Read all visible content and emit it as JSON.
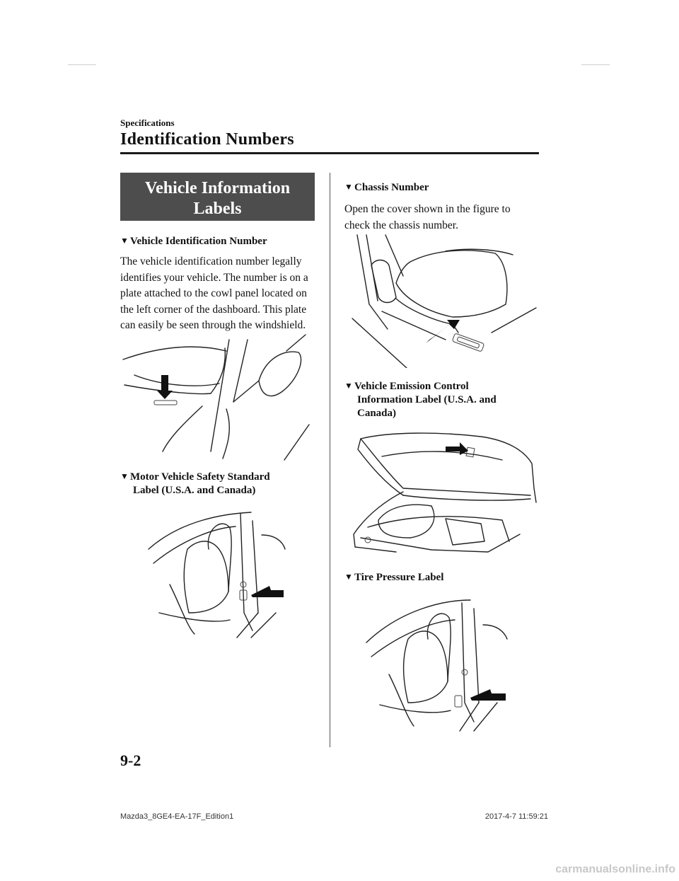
{
  "header": {
    "section": "Specifications",
    "title": "Identification Numbers"
  },
  "banner": {
    "line1": "Vehicle Information",
    "line2": "Labels"
  },
  "bullet_glyph": "▼",
  "vin": {
    "heading": "Vehicle Identification Number",
    "body": "The vehicle identification number legally identifies your vehicle. The number is on a plate attached to the cowl panel located on the left corner of the dashboard. This plate can easily be seen through the windshield."
  },
  "safety_label": {
    "heading_line1": "Motor Vehicle Safety Standard",
    "heading_line2": "Label (U.S.A. and Canada)"
  },
  "chassis": {
    "heading": "Chassis Number",
    "body": "Open the cover shown in the figure to check the chassis number."
  },
  "emission": {
    "heading_line1": "Vehicle Emission Control",
    "heading_line2": "Information Label (U.S.A. and",
    "heading_line3": "Canada)"
  },
  "tire": {
    "heading": "Tire Pressure Label"
  },
  "footer": {
    "page_number": "9-2",
    "edition": "Mazda3_8GE4-EA-17F_Edition1",
    "timestamp": "2017-4-7 11:59:21"
  },
  "watermark": "carmanualsonline.info",
  "figures": {
    "vin_plate": "dashboard-vin-plate-illustration",
    "safety_standard": "door-pillar-label-illustration",
    "chassis_cover": "seat-floor-cover-illustration",
    "emission_label": "engine-hood-label-illustration",
    "tire_label": "door-pillar-tire-label-illustration"
  }
}
